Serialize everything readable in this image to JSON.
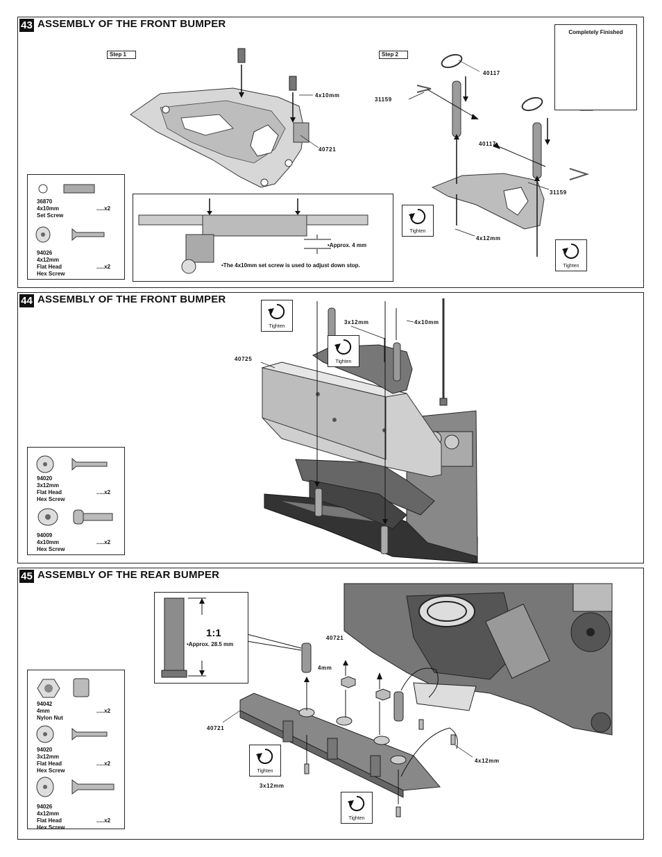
{
  "steps": [
    {
      "number": "43",
      "title": "ASSEMBLY OF THE FRONT BUMPER",
      "step1": "Step 1",
      "step2": "Step 2",
      "completely_finished": "Completely Finished",
      "labels": {
        "screw_4x10": "4x10mm",
        "part_40721": "40721",
        "part_40117_a": "40117",
        "part_40117_b": "40117",
        "part_31159_a": "31159",
        "part_31159_b": "31159",
        "screw_4x12": "4x12mm"
      },
      "detail": {
        "approx": "•Approx. 4 mm",
        "note": "•The 4x10mm set screw is used to adjust down stop."
      },
      "hardware": [
        {
          "part": "36870",
          "size": "4x10mm",
          "type": "Set Screw",
          "type2": "",
          "qty": ".....x2"
        },
        {
          "part": "94026",
          "size": "4x12mm",
          "type": "Flat Head",
          "type2": "Hex Screw",
          "qty": ".....x2"
        }
      ],
      "tighten": "Tighten"
    },
    {
      "number": "44",
      "title": "ASSEMBLY OF THE FRONT BUMPER",
      "labels": {
        "screw_3x12": "3x12mm",
        "screw_4x10": "4x10mm",
        "part_40725": "40725"
      },
      "hardware": [
        {
          "part": "94020",
          "size": "3x12mm",
          "type": "Flat  Head",
          "type2": "Hex Screw",
          "qty": ".....x2"
        },
        {
          "part": "94009",
          "size": "4x10mm",
          "type": "Hex Screw",
          "type2": "",
          "qty": ".....x2"
        }
      ],
      "tighten": "Tighten"
    },
    {
      "number": "45",
      "title": "ASSEMBLY OF THE  REAR BUMPER",
      "scale": "1:1",
      "approx": "•Approx. 28.5 mm",
      "labels": {
        "part_40721_a": "40721",
        "part_40721_b": "40721",
        "nut_4mm": "4mm",
        "screw_4x12": "4x12mm",
        "screw_3x12": "3x12mm"
      },
      "hardware": [
        {
          "part": "94042",
          "size": "4mm",
          "type": "Nylon Nut",
          "type2": "",
          "qty": ".....x2"
        },
        {
          "part": "94020",
          "size": "3x12mm",
          "type": "Flat Head",
          "type2": "Hex Screw",
          "qty": ".....x2"
        },
        {
          "part": "94026",
          "size": "4x12mm",
          "type": "Flat  Head",
          "type2": "Hex Screw",
          "qty": ".....x2"
        }
      ],
      "tighten": "Tighten"
    }
  ]
}
